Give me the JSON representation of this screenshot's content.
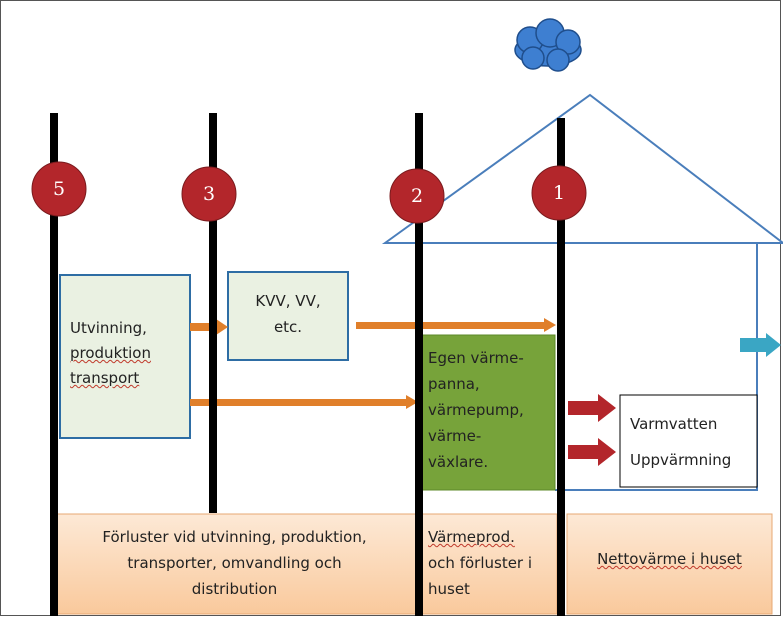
{
  "levels": [
    {
      "number": "5"
    },
    {
      "number": "3"
    },
    {
      "number": "2"
    },
    {
      "number": "1"
    }
  ],
  "boxes": {
    "extraction": {
      "line1": "Utvinning,",
      "line2": "produktion",
      "line3": "transport"
    },
    "plants": {
      "line1": "KVV, VV,",
      "line2": "etc."
    },
    "own_heat": {
      "line1": "Egen värme-",
      "line2": "panna,",
      "line3": "värmepump,",
      "line4": "värme-",
      "line5": "växlare."
    },
    "outputs": {
      "line1": "Varmvatten",
      "line2": "Uppvärmning"
    }
  },
  "footer": {
    "left": {
      "line1": "Förluster vid utvinning, produktion,",
      "line2": "transporter, omvandling och",
      "line3": "distribution"
    },
    "middle": {
      "line1": "Värmeprod.",
      "line2": "och förluster i",
      "line3": "huset"
    },
    "right": {
      "line1": "Nettovärme i huset"
    }
  },
  "colors": {
    "pole": "#000000",
    "circle": "#b3262b",
    "house": "#4a7ebb",
    "cloud": "#3e7fd1",
    "green_box": "#77a33a",
    "pale_box": "#eaf1e2",
    "box_border": "#2e6da4",
    "arrow_orange": "#e07f2a",
    "arrow_red": "#b3262b",
    "arrow_teal": "#3aa6c4",
    "footer_fill": "#fcd9b8"
  }
}
